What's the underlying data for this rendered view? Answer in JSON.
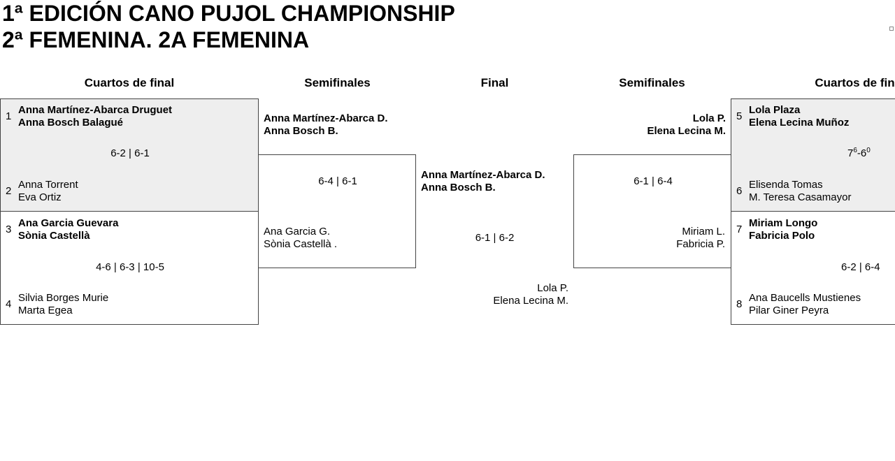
{
  "title": {
    "line1": "1ª EDICIÓN CANO PUJOL CHAMPIONSHIP",
    "line2": "2ª FEMENINA. 2A FEMENINA"
  },
  "rounds": {
    "qf_left": "Cuartos de final",
    "sf_left": "Semifinales",
    "final": "Final",
    "sf_right": "Semifinales",
    "qf_right": "Cuartos de fin"
  },
  "qf": [
    {
      "top": {
        "seed": "1",
        "p1": "Anna Martínez-Abarca Druguet",
        "p2": "Anna Bosch Balagué"
      },
      "bottom": {
        "seed": "2",
        "p1": "Anna Torrent",
        "p2": "Eva Ortiz"
      },
      "score": "6-2 | 6-1"
    },
    {
      "top": {
        "seed": "3",
        "p1": "Ana Garcia Guevara",
        "p2": "Sònia Castellà"
      },
      "bottom": {
        "seed": "4",
        "p1": "Silvia Borges Murie",
        "p2": "Marta Egea"
      },
      "score": "4-6 | 6-3 | 10-5"
    },
    {
      "top": {
        "seed": "5",
        "p1": "Lola Plaza",
        "p2": "Elena Lecina Muñoz"
      },
      "bottom": {
        "seed": "6",
        "p1": "Elisenda Tomas",
        "p2": "M. Teresa Casamayor"
      },
      "score": {
        "a": "7",
        "a_tb": "6",
        "sep": "-6",
        "b_tb": "0"
      }
    },
    {
      "top": {
        "seed": "7",
        "p1": "Miriam Longo",
        "p2": "Fabricia Polo"
      },
      "bottom": {
        "seed": "8",
        "p1": "Ana Baucells Mustienes",
        "p2": "Pilar Giner Peyra"
      },
      "score": "6-2 | 6-4"
    }
  ],
  "sf": [
    {
      "winner": {
        "p1": "Anna Martínez-Abarca D.",
        "p2": "Anna Bosch B."
      },
      "loser": {
        "p1": "Ana Garcia G.",
        "p2": "Sònia Castellà ."
      },
      "score": "6-4 | 6-1"
    },
    {
      "winner": {
        "p1": "Lola P.",
        "p2": "Elena Lecina M."
      },
      "loser": {
        "p1": "Miriam L.",
        "p2": "Fabricia P."
      },
      "score": "6-1 | 6-4"
    }
  ],
  "final": {
    "winner": {
      "p1": "Anna Martínez-Abarca D.",
      "p2": "Anna Bosch B."
    },
    "loser": {
      "p1": "Lola P.",
      "p2": "Elena Lecina M."
    },
    "score": "6-1 | 6-2"
  }
}
